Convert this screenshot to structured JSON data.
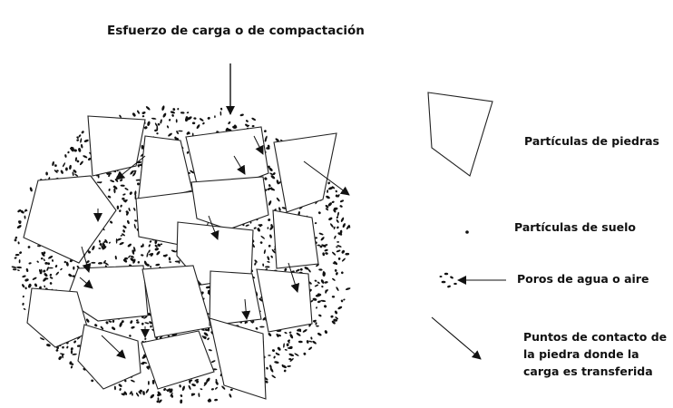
{
  "title": "Esfuerzo de carga o de compactación",
  "legend": {
    "stone_particles": "Partículas de piedras",
    "soil_particles": "Partículas de suelo",
    "pores": "Poros de agua o aire",
    "contact_points": "Puntos de contacto de la piedra donde la carga es transferida"
  },
  "colors": {
    "background": "#ffffff",
    "ink": "#111111",
    "stone_fill": "#ffffff"
  }
}
